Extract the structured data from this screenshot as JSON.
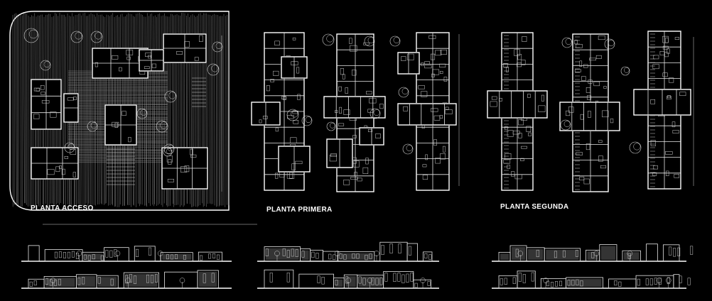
{
  "drawing": {
    "background": "#000000",
    "line_color": "#ffffff",
    "labels": {
      "ground": "PLANTA ACCESO",
      "first": "PLANTA PRIMERA",
      "second": "PLANTA SEGUNDA"
    }
  }
}
